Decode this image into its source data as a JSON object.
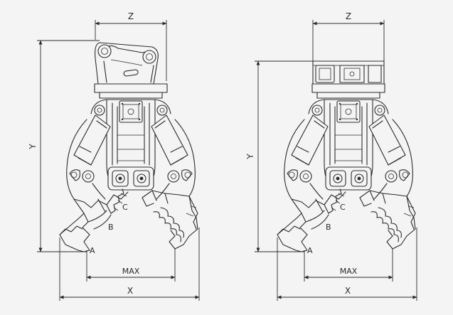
{
  "drawings": [
    {
      "variant": "bracket",
      "labels": {
        "top": "Z",
        "side": "Y",
        "bottom": "X",
        "max": "MAX",
        "a": "A",
        "b": "B",
        "c": "C"
      }
    },
    {
      "variant": "plate",
      "labels": {
        "top": "Z",
        "side": "Y",
        "bottom": "X",
        "max": "MAX",
        "a": "A",
        "b": "B",
        "c": "C"
      }
    }
  ]
}
